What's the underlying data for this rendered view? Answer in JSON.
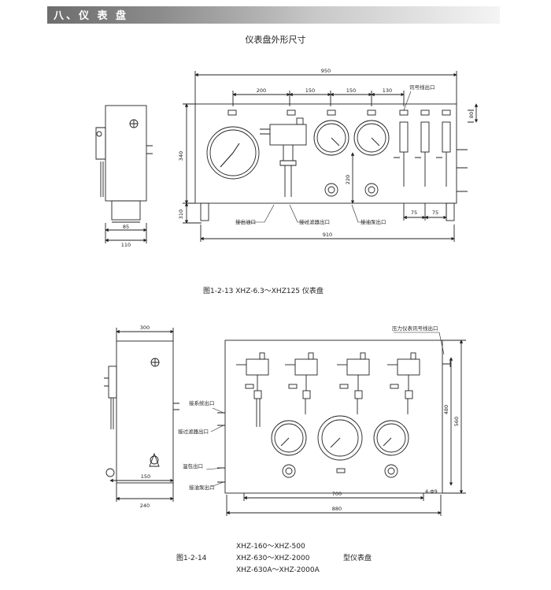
{
  "section": {
    "title": "八、仪 表 盘"
  },
  "heading": "仪表盘外形尺寸",
  "fig1": {
    "caption": "图1-2-13 XHZ-6.3～XHZ125 仪表盘",
    "dims": {
      "w950": "950",
      "w200": "200",
      "w150a": "150",
      "w150b": "150",
      "w130": "130",
      "h340": "340",
      "h310": "310",
      "h220": "220",
      "h80": "80",
      "w75a": "75",
      "w75b": "75",
      "w910": "910",
      "w85": "85",
      "w110": "110"
    },
    "labels": {
      "signal_outlet": "讯号线出口",
      "oil_outlet": "接出油口",
      "filter_outlet": "接过滤器出口",
      "pump_outlet": "接油泵出口"
    }
  },
  "fig2": {
    "caption_prefix": "图1-2-14",
    "models": [
      "XHZ-160～XHZ-500",
      "XHZ-630～XHZ-2000",
      "XHZ-630A～XHZ-2000A"
    ],
    "suffix": "型仪表盘",
    "dims": {
      "w300": "300",
      "w150": "150",
      "w240": "240",
      "w700": "700",
      "w880": "880",
      "h480": "480",
      "h560": "560",
      "holes": "4-Φ9"
    },
    "labels": {
      "pressure_signal_outlet": "压力仪表讯号线出口",
      "system_outlet": "接系统出口",
      "filter_outlet": "接过滤器出口",
      "warm_outlet": "温包出口",
      "pump_outlet": "接油泵出口"
    }
  }
}
